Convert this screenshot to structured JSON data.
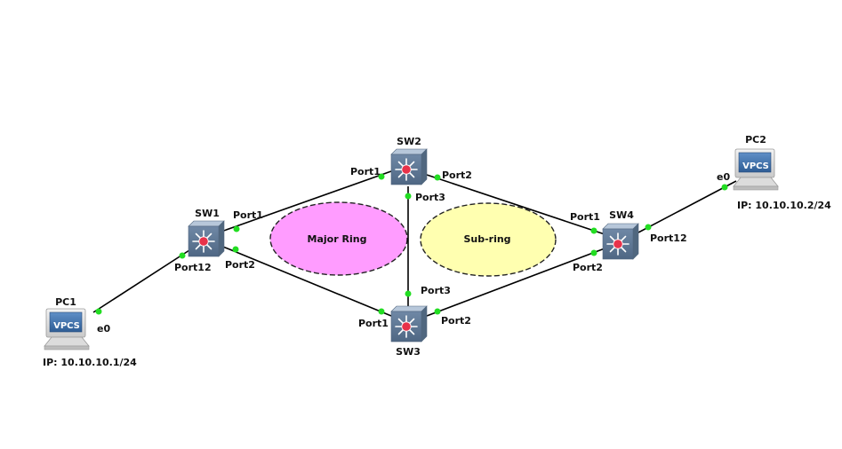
{
  "colors": {
    "link_up_dot": "#22dd22",
    "major_ring_fill": "#ff9cff",
    "sub_ring_fill": "#ffffb0",
    "switch_body": "#6e89a8",
    "switch_center": "#e8324a"
  },
  "rings": {
    "major": {
      "label": "Major Ring"
    },
    "sub": {
      "label": "Sub-ring"
    }
  },
  "devices": {
    "sw1": {
      "name": "SW1",
      "icon": "multilayer-switch-icon"
    },
    "sw2": {
      "name": "SW2",
      "icon": "multilayer-switch-icon"
    },
    "sw3": {
      "name": "SW3",
      "icon": "multilayer-switch-icon"
    },
    "sw4": {
      "name": "SW4",
      "icon": "multilayer-switch-icon"
    },
    "pc1": {
      "name": "PC1",
      "icon": "vpcs-computer-icon",
      "screen_text": "VPCS",
      "ip": "IP: 10.10.10.1/24"
    },
    "pc2": {
      "name": "PC2",
      "icon": "vpcs-computer-icon",
      "screen_text": "VPCS",
      "ip": "IP: 10.10.10.2/24"
    }
  },
  "ports": {
    "sw1_port1": "Port1",
    "sw1_port2": "Port2",
    "sw1_port12": "Port12",
    "sw2_port1": "Port1",
    "sw2_port2": "Port2",
    "sw2_port3": "Port3",
    "sw3_port1": "Port1",
    "sw3_port2": "Port2",
    "sw3_port3": "Port3",
    "sw4_port1": "Port1",
    "sw4_port2": "Port2",
    "sw4_port12": "Port12",
    "pc1_e0": "e0",
    "pc2_e0": "e0"
  }
}
